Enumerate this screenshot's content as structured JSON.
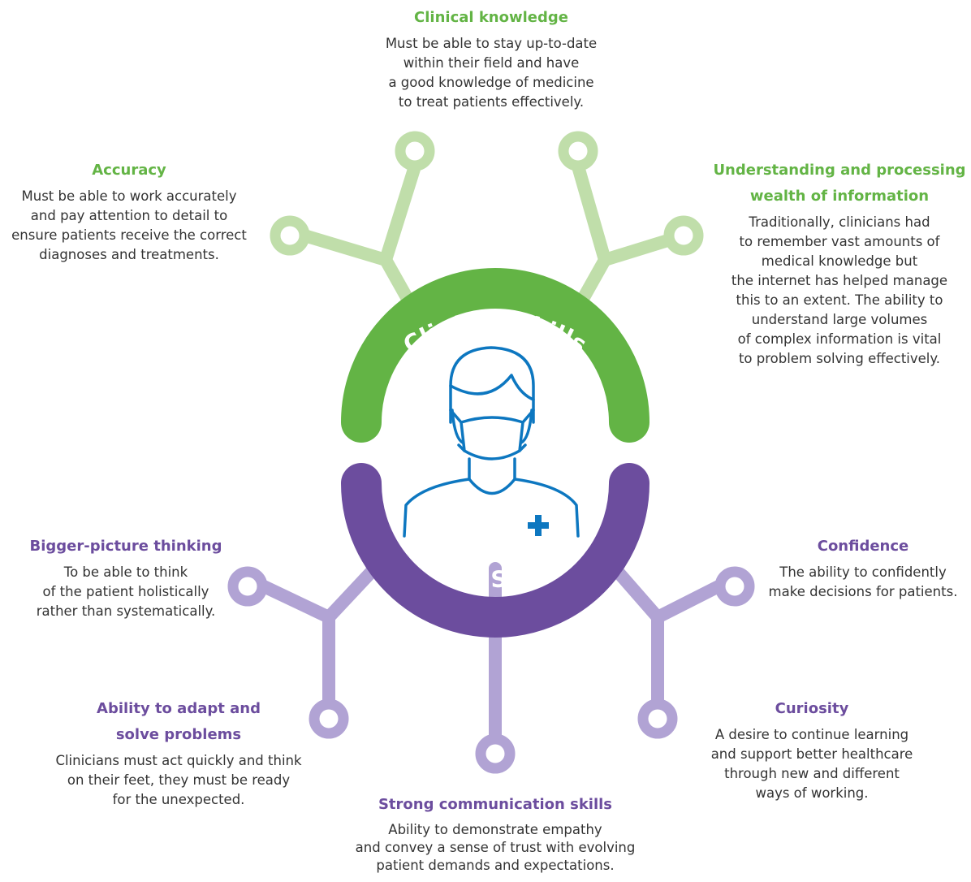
{
  "colors": {
    "clinical_dark": "#63b445",
    "clinical_light": "#c0deaa",
    "soft_dark": "#6c4d9e",
    "soft_light": "#b1a3d4",
    "figure_blue": "#0d77c0"
  },
  "center": {
    "clinical_label": "Clinical Skills",
    "soft_label": "Soft Skills",
    "figure_icon": "clinician-mask-icon"
  },
  "clinical": {
    "knowledge": {
      "title": "Clinical knowledge",
      "lines": [
        "Must be able to stay up-to-date",
        "within their field and have",
        "a good knowledge of medicine",
        "to treat patients effectively."
      ]
    },
    "accuracy": {
      "title": "Accuracy",
      "lines": [
        "Must be able to work accurately",
        "and pay attention to detail to",
        "ensure patients receive the correct",
        "diagnoses and treatments."
      ]
    },
    "understanding": {
      "title_lines": [
        "Understanding and processing",
        "wealth of information"
      ],
      "lines": [
        "Traditionally, clinicians had",
        "to remember vast amounts of",
        "medical knowledge but",
        "the internet has helped manage",
        "this to an extent. The ability to",
        "understand large volumes",
        "of complex information is vital",
        "to problem solving effectively."
      ]
    }
  },
  "soft": {
    "bigger_picture": {
      "title": "Bigger-picture thinking",
      "lines": [
        "To be able to think",
        "of the patient holistically",
        "rather than systematically."
      ]
    },
    "confidence": {
      "title": "Confidence",
      "lines": [
        "The ability to confidently",
        "make decisions for patients."
      ]
    },
    "adapt": {
      "title_lines": [
        "Ability to adapt and",
        "solve problems"
      ],
      "lines": [
        "Clinicians must act quickly and think",
        "on their feet, they must be ready",
        "for the unexpected."
      ]
    },
    "curiosity": {
      "title": "Curiosity",
      "lines": [
        "A desire to continue learning",
        "and support better healthcare",
        "through new and different",
        "ways of working."
      ]
    },
    "communication": {
      "title": "Strong communication skills",
      "lines": [
        "Ability to demonstrate empathy",
        "and convey a sense of trust with evolving",
        "patient demands and expectations."
      ]
    }
  }
}
